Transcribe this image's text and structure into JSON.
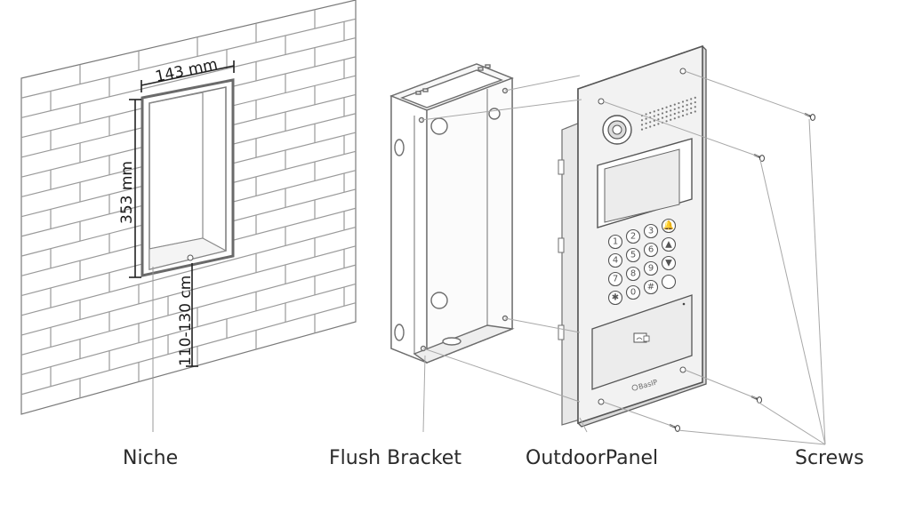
{
  "labels": {
    "niche": "Niche",
    "flush_bracket": "Flush Bracket",
    "outdoor_panel": "OutdoorPanel",
    "screws": "Screws"
  },
  "dimensions": {
    "width": "143 mm",
    "height": "353 mm",
    "mount_height": "110-130 cm"
  },
  "panel": {
    "brand": "BasIP",
    "keypad": [
      "1",
      "2",
      "3",
      "🔔",
      "4",
      "5",
      "6",
      "▲",
      "7",
      "8",
      "9",
      "▼",
      "✱",
      "0",
      "#",
      ""
    ]
  },
  "colors": {
    "line": "#8a8a8a",
    "dark_line": "#555555",
    "panel_fill": "#f2f2f2"
  }
}
